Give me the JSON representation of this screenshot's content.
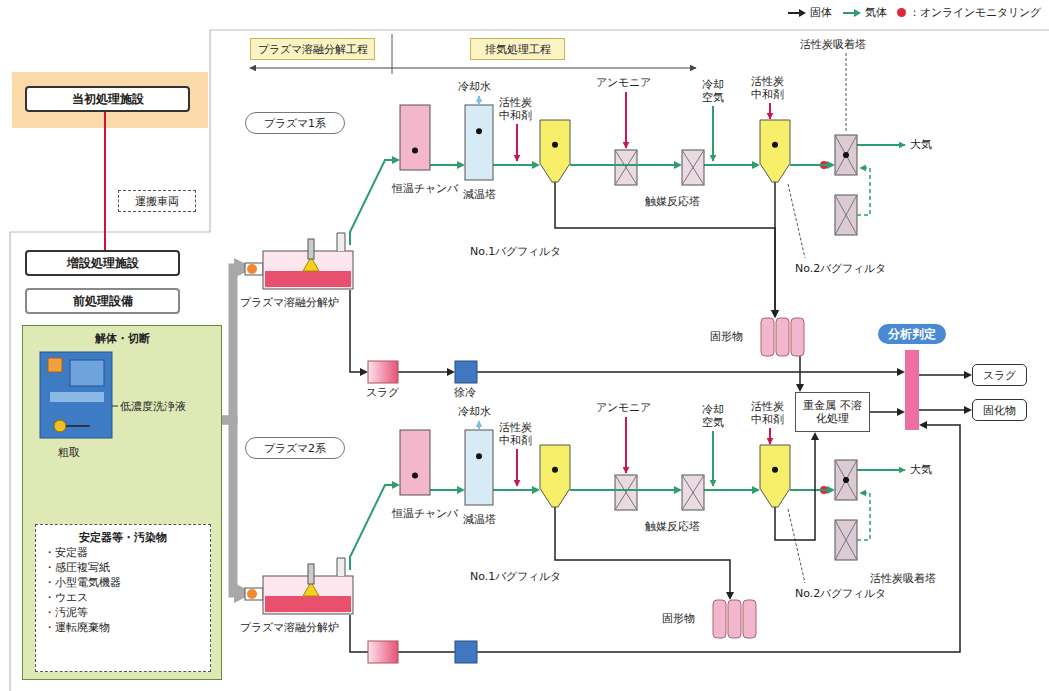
{
  "diagram": {
    "nodes": [
      {
        "text": [
          "当初処理施設"
        ]
      },
      {
        "text": [
          "運搬車両"
        ]
      },
      {
        "text": [
          "増設処理施設"
        ]
      },
      {
        "text": [
          "前処理設備"
        ]
      },
      {
        "text": [
          "解体・切断"
        ]
      },
      {
        "text": [
          "安定器等・汚染物",
          "・安定器",
          "・感圧複写紙",
          "・小型電気機器",
          "・ウエス",
          "・汚泥等",
          "・運転廃棄物"
        ],
        "in": 4
      },
      {
        "text": [
          "プラズマ溶融分解工程"
        ]
      },
      {
        "text": [
          "排気処理工程"
        ]
      },
      {
        "text": [
          "プラズマ1系"
        ]
      },
      {
        "text": [
          "プラズマ溶融分解炉"
        ]
      },
      {
        "text": [
          "恒温チャンバ"
        ]
      },
      {
        "text": [
          "減温塔"
        ]
      },
      {
        "text": [
          "No.1バグフィルタ"
        ]
      },
      {
        "text": [
          "触媒反応塔"
        ]
      },
      {
        "text": [
          "No.2バグフィルタ"
        ]
      },
      {
        "text": [
          "活性炭吸着塔"
        ]
      },
      {
        "text": [
          "固形物"
        ]
      },
      {
        "text": [
          "スラグ"
        ]
      },
      {
        "text": [
          "徐冷"
        ]
      },
      {
        "text": [
          "重金属 不溶化処理"
        ]
      },
      {
        "text": [
          "分析判定"
        ]
      },
      {
        "text": [
          "スラグ"
        ]
      },
      {
        "text": [
          "固化物"
        ]
      },
      {
        "text": [
          "プラズマ2系"
        ]
      },
      {
        "text": [
          "プラズマ溶融分解炉"
        ]
      },
      {
        "text": [
          "恒温チャンバ"
        ]
      },
      {
        "text": [
          "減温塔"
        ]
      },
      {
        "text": [
          "No.1バグフィルタ"
        ]
      },
      {
        "text": [
          "触媒反応塔"
        ]
      },
      {
        "text": [
          "No.2バグフィルタ"
        ]
      },
      {
        "text": [
          "活性炭吸着塔"
        ]
      },
      {
        "text": [
          "固形物"
        ]
      }
    ],
    "edges": [
      {
        "from": 0,
        "to": 2,
        "arrow": "none"
      },
      {
        "from": 4,
        "to": 9,
        "arrow": "to"
      },
      {
        "from": 4,
        "to": 24,
        "arrow": "to"
      },
      {
        "from": 9,
        "to": 10,
        "arrow": "to"
      },
      {
        "from": 10,
        "to": 11,
        "arrow": "to"
      },
      {
        "from": 11,
        "to": 12,
        "arrow": "to"
      },
      {
        "from": 12,
        "to": 13,
        "arrow": "to"
      },
      {
        "from": 13,
        "to": 14,
        "arrow": "to"
      },
      {
        "from": 14,
        "to": 15,
        "arrow": "to"
      },
      {
        "from": 12,
        "to": 16,
        "arrow": "to"
      },
      {
        "from": 14,
        "to": 16,
        "arrow": "to"
      },
      {
        "from": 16,
        "to": 19,
        "arrow": "to"
      },
      {
        "from": 9,
        "to": 17,
        "arrow": "to"
      },
      {
        "from": 17,
        "to": 18,
        "arrow": "to"
      },
      {
        "from": 18,
        "to": 20,
        "arrow": "to"
      },
      {
        "from": 19,
        "to": 20,
        "arrow": "to"
      },
      {
        "from": 20,
        "to": 21,
        "arrow": "to"
      },
      {
        "from": 20,
        "to": 22,
        "arrow": "to"
      },
      {
        "from": 24,
        "to": 25,
        "arrow": "to"
      },
      {
        "from": 25,
        "to": 26,
        "arrow": "to"
      },
      {
        "from": 26,
        "to": 27,
        "arrow": "to"
      },
      {
        "from": 27,
        "to": 28,
        "arrow": "to"
      },
      {
        "from": 28,
        "to": 29,
        "arrow": "to"
      },
      {
        "from": 29,
        "to": 30,
        "arrow": "to"
      },
      {
        "from": 27,
        "to": 31,
        "arrow": "to"
      },
      {
        "from": 29,
        "to": 19,
        "arrow": "to"
      },
      {
        "from": 24,
        "to": 20,
        "arrow": "to"
      }
    ],
    "labels": [
      "冷却水",
      "活性炭 中和剤",
      "アンモニア",
      "冷却 空気",
      "活性炭 中和剤",
      "大気",
      "冷却水",
      "活性炭 中和剤",
      "アンモニア",
      "冷却 空気",
      "活性炭 中和剤",
      "大気",
      "粗取",
      "低濃度洗浄液"
    ],
    "legend": [
      {
        "text": "固体"
      },
      {
        "text": "気体"
      },
      {
        "text": "：オンラインモニタリング",
        "color": "#e0283c"
      }
    ]
  }
}
